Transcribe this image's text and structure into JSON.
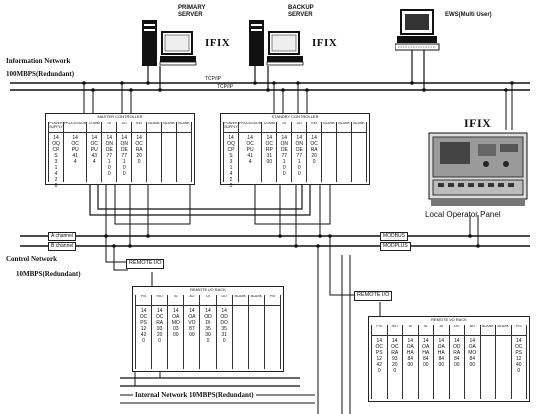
{
  "servers": {
    "primary": "PRIMARY\nSERVER",
    "backup": "BACKUP\nSERVER",
    "ews": "EWS(Multi User)",
    "ifix_label": "IFIX"
  },
  "networks": {
    "info_title": "Information Network",
    "info_speed": "100MBPS(Redundant)",
    "tcpip": "TCP/IP",
    "control_title": "Control Network",
    "control_speed": "10MBPS(Redundant)",
    "internal": "Internal Network   10MBPS(Redundant)",
    "a_channel": "A channel",
    "b_channel": "B channel",
    "modbus": "MODBUS",
    "modplus": "MODPLUS"
  },
  "controllers": {
    "master": "MASTER CONTROLLER",
    "standby": "STANDBY CONTROLLER",
    "master_slots": [
      {
        "h": "POWER SUPPLY",
        "v": "14\nOQ\nCP\nS\n3\n1\n4\n2\n0"
      },
      {
        "h": "PROCESSOR",
        "v": "14\nOC\nPU\n41\n4"
      },
      {
        "h": "COMM",
        "v": "14\nOC\nPU\n43\n4"
      },
      {
        "h": "DI",
        "v": "14\nON\nOE\n77\n1\n0\n0"
      },
      {
        "h": "DO",
        "v": "14\nON\nOE\n77\n1\n0\n0"
      },
      {
        "h": "RIO",
        "v": "14\nOC\nRA\n20\n0"
      },
      {
        "h": "BLANK",
        "v": ""
      },
      {
        "h": "BLANK",
        "v": ""
      },
      {
        "h": "BLANK",
        "v": ""
      }
    ],
    "standby_slots": [
      {
        "h": "POWER SUPPLY",
        "v": "14\nOQ\nCP\nS\n3\n1\n4\n2\n0"
      },
      {
        "h": "PROCESSOR",
        "v": "14\nOC\nPU\n41\n4"
      },
      {
        "h": "COMM",
        "v": "14\nOC\nRP\n31\n00"
      },
      {
        "h": "DI",
        "v": "14\nON\nOE\n77\n1\n0\n0"
      },
      {
        "h": "DO",
        "v": "14\nON\nOE\n77\n1\n0\n0"
      },
      {
        "h": "RIO",
        "v": "14\nOC\nRA\n20\n0"
      },
      {
        "h": "BLANK",
        "v": ""
      },
      {
        "h": "BLANK",
        "v": ""
      },
      {
        "h": "BLANK",
        "v": ""
      }
    ]
  },
  "local_panel": {
    "title": "IFIX",
    "label": "Local Operator Panel"
  },
  "remote_io": {
    "label1": "REMOTE I/O",
    "label2": "REMOTE I/O",
    "rack1_title": "REMOTE I/O RACK",
    "rack2_title": "REMOTE I/O RACK",
    "rack1_slots": [
      {
        "h": "P/S",
        "v": "14\nOC\nPS\n12\n42\n0"
      },
      {
        "h": "RIO",
        "v": "14\nOC\nRA\n93\n20\n0"
      },
      {
        "h": "AI",
        "v": "14\nOA\nMO\n03\n00"
      },
      {
        "h": "AO",
        "v": "14\nOA\nVO\n87\n00"
      },
      {
        "h": "DI",
        "v": "14\nOD\nDI\n35\n30\n0"
      },
      {
        "h": "DO",
        "v": "14\nOD\nDO\n35\n31\n0"
      },
      {
        "h": "BLANK",
        "v": ""
      },
      {
        "h": "BLANK",
        "v": ""
      },
      {
        "h": "P/S",
        "v": ""
      }
    ],
    "rack2_slots": [
      {
        "h": "P/S",
        "v": "14\nOC\nPS\n12\n42\n0"
      },
      {
        "h": "RIO",
        "v": "14\nOC\nRA\n93\n20\n0"
      },
      {
        "h": "AI",
        "v": "14\nOA\nHA\n84\n00"
      },
      {
        "h": "AI",
        "v": "14\nOA\nHA\n84\n00"
      },
      {
        "h": "AI",
        "v": "14\nOA\nHA\n84\n00"
      },
      {
        "h": "DO",
        "v": "14\nOD\nRA\n84\n00"
      },
      {
        "h": "AO",
        "v": "14\nOA\nMO\n84\n00"
      },
      {
        "h": "BLANK",
        "v": ""
      },
      {
        "h": "BLANK",
        "v": ""
      },
      {
        "h": "P/S",
        "v": "14\nOC\nPS\n12\n40\n0"
      }
    ]
  }
}
